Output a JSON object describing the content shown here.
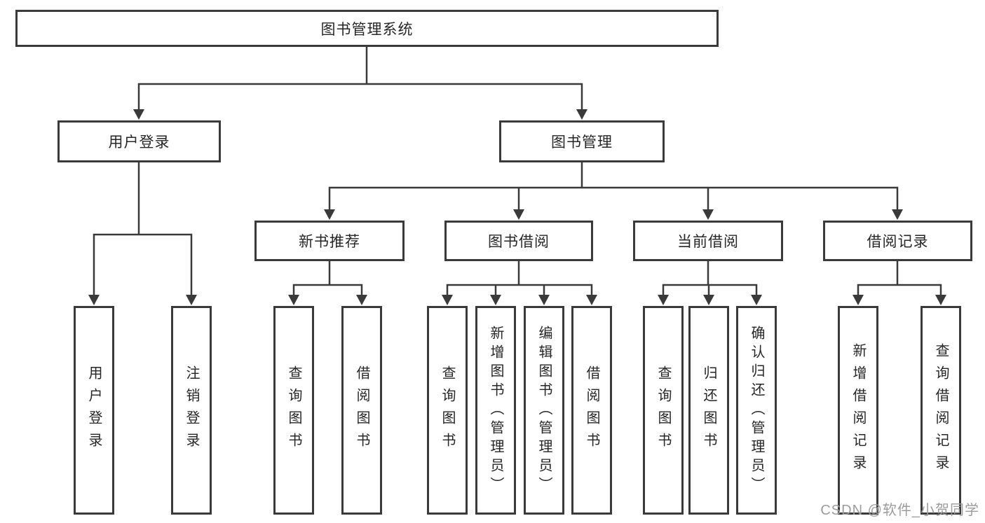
{
  "diagram": {
    "root": {
      "label": "图书管理系统"
    },
    "branches": [
      {
        "label": "用户登录",
        "leaves": [
          {
            "label": "用户登录"
          },
          {
            "label": "注销登录"
          }
        ]
      },
      {
        "label": "图书管理",
        "groups": [
          {
            "label": "新书推荐",
            "leaves": [
              {
                "label": "查询图书"
              },
              {
                "label": "借阅图书"
              }
            ]
          },
          {
            "label": "图书借阅",
            "leaves": [
              {
                "label": "查询图书"
              },
              {
                "label": "新增图书（管理员）"
              },
              {
                "label": "编辑图书（管理员）"
              },
              {
                "label": "借阅图书"
              }
            ]
          },
          {
            "label": "当前借阅",
            "leaves": [
              {
                "label": "查询图书"
              },
              {
                "label": "归还图书"
              },
              {
                "label": "确认归还（管理员）"
              }
            ]
          },
          {
            "label": "借阅记录",
            "leaves": [
              {
                "label": "新增借阅记录"
              },
              {
                "label": "查询借阅记录"
              }
            ]
          }
        ]
      }
    ],
    "watermark": "CSDN @软件_小贺同学",
    "colors": {
      "line": "#3a3a3a",
      "text": "#262626",
      "box_background": "#ffffff",
      "watermark": "#9c9c9c"
    }
  }
}
